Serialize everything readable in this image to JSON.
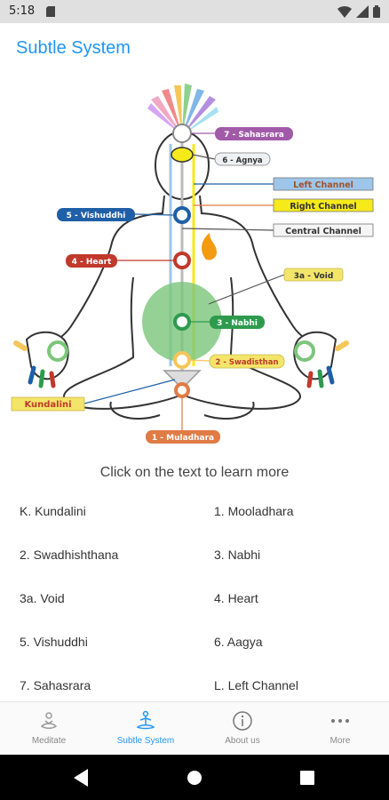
{
  "status_bar": {
    "time": "5:18"
  },
  "app_title": "Subtle System",
  "diagram_labels": {
    "sahasrara": "7 - Sahasrara",
    "agnya": "6 - Agnya",
    "left_channel": "Left Channel",
    "right_channel": "Right Channel",
    "central_channel": "Central Channel",
    "vishuddhi": "5 - Vishuddhi",
    "heart": "4 - Heart",
    "void": "3a - Void",
    "nabhi": "3 - Nabhi",
    "swadisthan": "2 - Swadisthan",
    "kundalini": "Kundalini",
    "muladhara": "1 - Muladhara"
  },
  "hint": "Click on the text to learn more",
  "links": [
    {
      "label": "K. Kundalini"
    },
    {
      "label": "1. Mooladhara"
    },
    {
      "label": "2. Swadhishthana"
    },
    {
      "label": "3. Nabhi"
    },
    {
      "label": "3a. Void"
    },
    {
      "label": "4. Heart"
    },
    {
      "label": "5. Vishuddhi"
    },
    {
      "label": "6. Aagya"
    },
    {
      "label": "7. Sahasrara"
    },
    {
      "label": "L. Left Channel"
    }
  ],
  "bottom_nav": [
    {
      "label": "Meditate",
      "icon": "meditate-icon",
      "active": false
    },
    {
      "label": "Subtle System",
      "icon": "subtle-system-icon",
      "active": true
    },
    {
      "label": "About us",
      "icon": "info-icon",
      "active": false
    },
    {
      "label": "More",
      "icon": "more-icon",
      "active": false
    }
  ],
  "colors": {
    "accent": "#2196f3",
    "sahasrara": "#a05aa8",
    "vishuddhi": "#1e5fa8",
    "heart": "#c0392b",
    "nabhi": "#2e9a4e",
    "void": "#f3e46a",
    "right_channel": "#f7ea1a",
    "left_channel": "#9ec6ea",
    "kundalini": "#f3e46a",
    "muladhara": "#e07b45"
  }
}
